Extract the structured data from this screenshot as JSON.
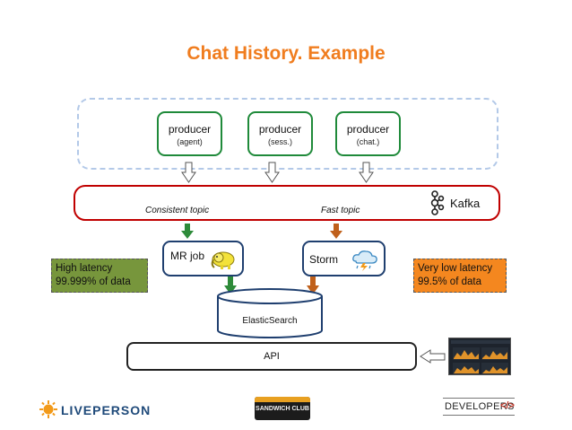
{
  "title": "Chat History. Example",
  "producers": [
    {
      "name": "producer",
      "sub": "(agent)"
    },
    {
      "name": "producer",
      "sub": "(sess.)"
    },
    {
      "name": "producer",
      "sub": "(chat.)"
    }
  ],
  "kafka": {
    "label": "Kafka",
    "consistent_topic": "Consistent  topic",
    "fast_topic": "Fast topic"
  },
  "mr_job": {
    "label": "MR job",
    "icon": "hadoop-elephant-icon"
  },
  "storm": {
    "label": "Storm",
    "icon": "storm-cloud-icon"
  },
  "elasticsearch": {
    "label": "ElasticSearch"
  },
  "api": {
    "label": "API"
  },
  "notes": {
    "high_latency": {
      "line1": "High latency",
      "line2": "99.999% of data",
      "color": "#77963c"
    },
    "low_latency": {
      "line1": "Very low latency",
      "line2": "99.5% of data",
      "color": "#f4871f"
    }
  },
  "footer": {
    "liveperson": "LIVEPERSON",
    "sandwich_club": "SANDWICH CLUB",
    "developers": "DEVELOPERS"
  },
  "colors": {
    "title": "#f07d1f",
    "kafka_border": "#c00000",
    "producer_border": "#1f8a3a",
    "box_border": "#1f3f6f",
    "green_arrow": "#2e8b3a",
    "orange_arrow": "#c0601b"
  }
}
